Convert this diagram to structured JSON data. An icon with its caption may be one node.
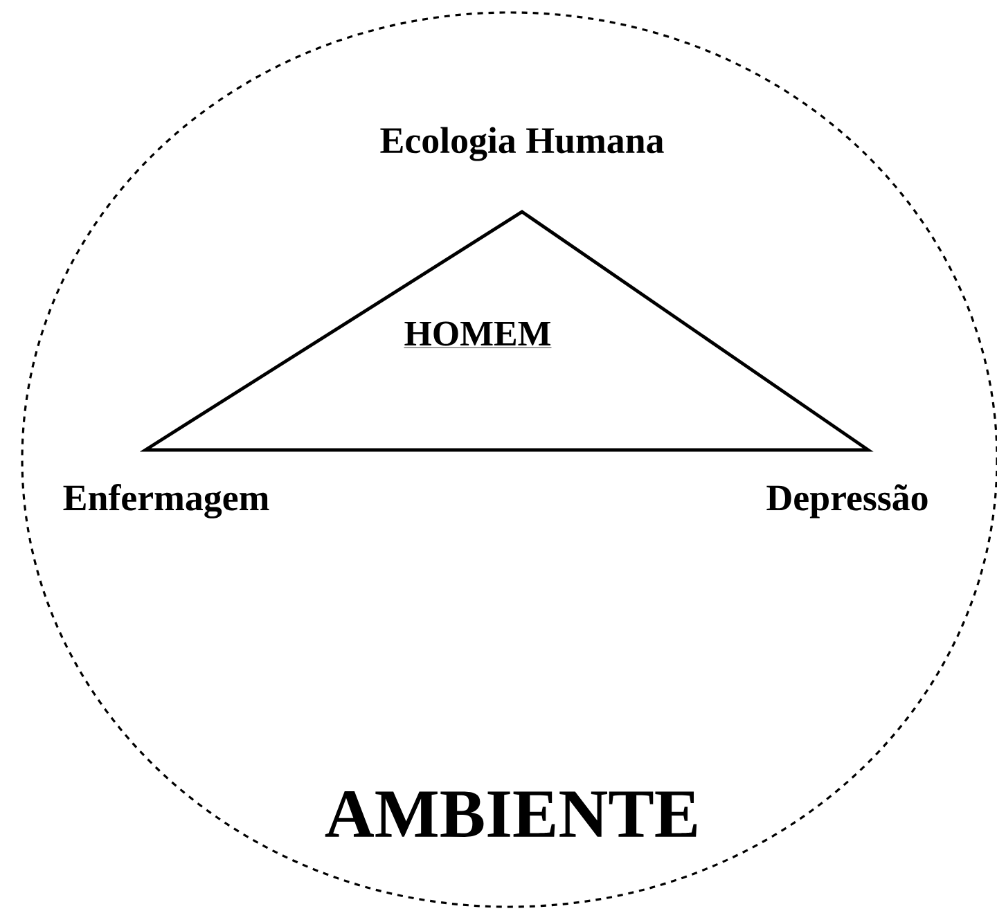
{
  "diagram": {
    "nodes": [
      {
        "text": [
          "AMBIENTE"
        ]
      },
      {
        "text": [
          "HOMEM"
        ],
        "in": 0,
        "beside": [
          "Ecologia Humana",
          "Enfermagem",
          "Depressão"
        ]
      }
    ]
  }
}
